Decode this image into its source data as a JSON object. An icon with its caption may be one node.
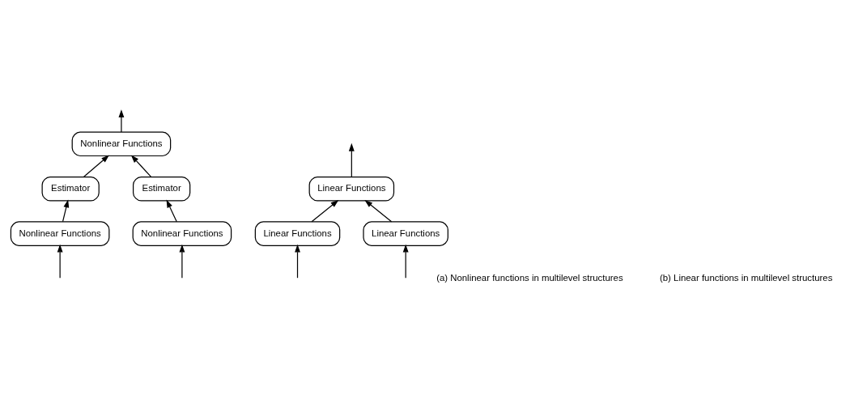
{
  "diagram": {
    "nodes": [
      {
        "text": [
          "Nonlinear Functions"
        ]
      },
      {
        "text": [
          "Estimator"
        ]
      },
      {
        "text": [
          "Estimator"
        ]
      },
      {
        "text": [
          "Nonlinear Functions"
        ]
      },
      {
        "text": [
          "Nonlinear Functions"
        ]
      },
      {
        "text": [
          "Linear Functions"
        ]
      },
      {
        "text": [
          "Linear Functions"
        ]
      },
      {
        "text": [
          "Linear Functions"
        ]
      }
    ],
    "edges": [
      {
        "from": null,
        "to": 3,
        "arrow": "to"
      },
      {
        "from": null,
        "to": 4,
        "arrow": "to"
      },
      {
        "from": 3,
        "to": 1,
        "arrow": "to"
      },
      {
        "from": 4,
        "to": 2,
        "arrow": "to"
      },
      {
        "from": 1,
        "to": 0,
        "arrow": "to"
      },
      {
        "from": 2,
        "to": 0,
        "arrow": "to"
      },
      {
        "from": 0,
        "to": null,
        "arrow": "to"
      },
      {
        "from": null,
        "to": 6,
        "arrow": "to"
      },
      {
        "from": null,
        "to": 7,
        "arrow": "to"
      },
      {
        "from": 6,
        "to": 5,
        "arrow": "to"
      },
      {
        "from": 7,
        "to": 5,
        "arrow": "to"
      },
      {
        "from": 5,
        "to": null,
        "arrow": "to"
      }
    ],
    "labels": [
      "(a) Nonlinear functions in multilevel structures",
      "(b) Linear functions in multilevel structures"
    ]
  }
}
